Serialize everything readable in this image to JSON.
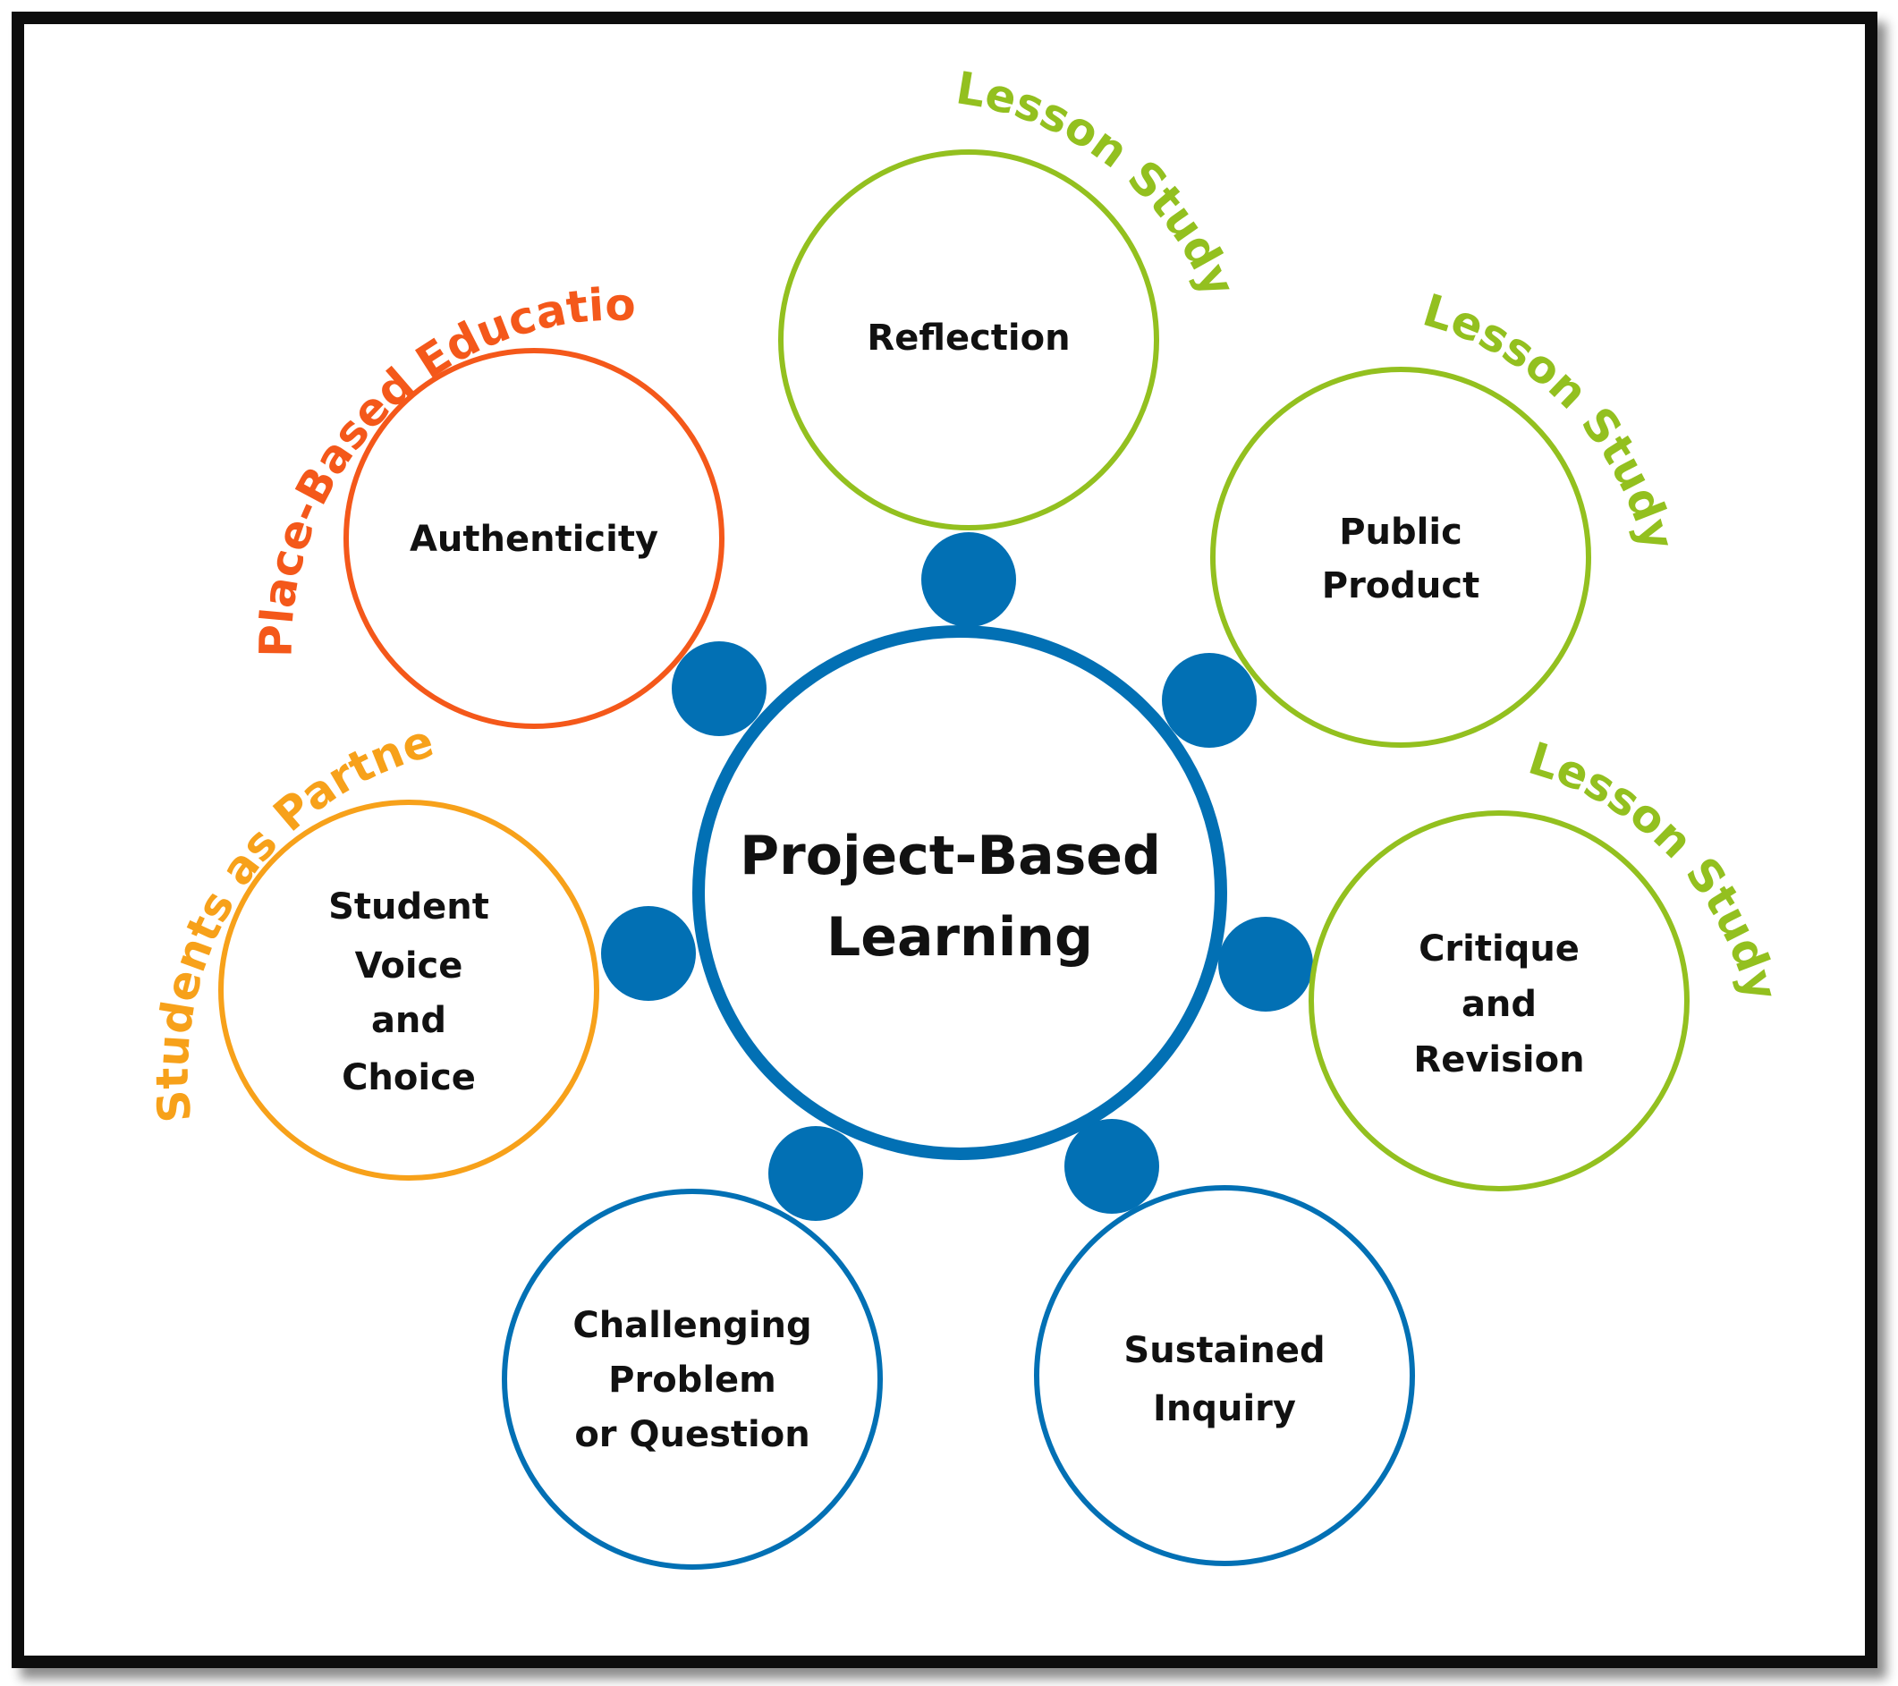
{
  "colors": {
    "blue": "#0270b4",
    "green": "#93c01f",
    "red_orange": "#f4581a",
    "orange": "#f7a11a",
    "frame": "#111111"
  },
  "center": {
    "lines": [
      "Project-Based",
      "Learning"
    ],
    "color": "#0270b4"
  },
  "nodes": [
    {
      "id": "reflection",
      "lines": [
        "Reflection"
      ],
      "color": "#93c01f"
    },
    {
      "id": "public-product",
      "lines": [
        "Public",
        "Product"
      ],
      "color": "#93c01f"
    },
    {
      "id": "critique-and-revision",
      "lines": [
        "Critique",
        "and",
        "Revision"
      ],
      "color": "#93c01f"
    },
    {
      "id": "sustained-inquiry",
      "lines": [
        "Sustained",
        "Inquiry"
      ],
      "color": "#0270b4"
    },
    {
      "id": "challenging-problem",
      "lines": [
        "Challenging",
        "Problem",
        "or Question"
      ],
      "color": "#0270b4"
    },
    {
      "id": "student-voice-and-choice",
      "lines": [
        "Student",
        "Voice",
        "and",
        "Choice"
      ],
      "color": "#f7a11a"
    },
    {
      "id": "authenticity",
      "lines": [
        "Authenticity"
      ],
      "color": "#f4581a"
    }
  ],
  "arc_labels": [
    {
      "id": "lesson-study-1",
      "text": "Lesson Study",
      "node": "reflection",
      "color": "#93c01f"
    },
    {
      "id": "lesson-study-2",
      "text": "Lesson Study",
      "node": "public-product",
      "color": "#93c01f"
    },
    {
      "id": "lesson-study-3",
      "text": "Lesson Study",
      "node": "critique-and-revision",
      "color": "#93c01f"
    },
    {
      "id": "place-based-education",
      "text": "Place-Based Education",
      "node": "authenticity",
      "color": "#f4581a"
    },
    {
      "id": "students-as-partners",
      "text": "Students as Partners",
      "node": "student-voice-and-choice",
      "color": "#f7a11a"
    }
  ]
}
